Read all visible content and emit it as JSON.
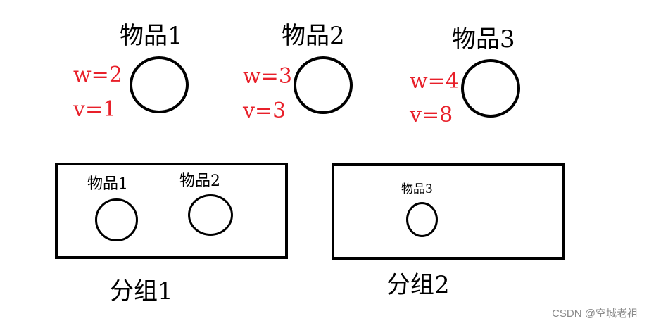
{
  "items": [
    {
      "title": "物品1",
      "w": "w=2",
      "v": "v=1"
    },
    {
      "title": "物品2",
      "w": "w=3",
      "v": "v=3"
    },
    {
      "title": "物品3",
      "w": "w=4",
      "v": "v=8"
    }
  ],
  "groups": [
    {
      "label": "分组1",
      "items": [
        "物品1",
        "物品2"
      ]
    },
    {
      "label": "分组2",
      "items": [
        "物品3"
      ]
    }
  ],
  "watermark": "CSDN @空城老祖",
  "colors": {
    "stroke": "#000000",
    "param": "#e8202a",
    "watermark": "#8a8a8a"
  }
}
